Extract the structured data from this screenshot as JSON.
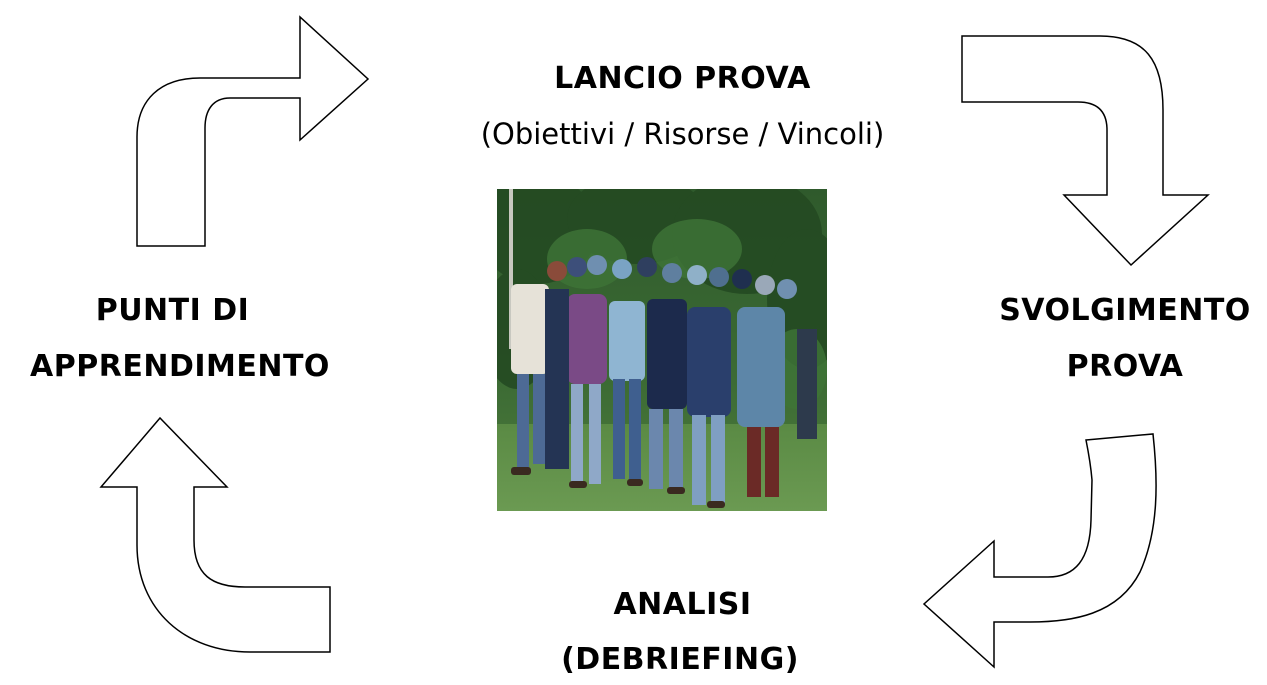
{
  "steps": {
    "launch": {
      "title": "LANCIO PROVA",
      "subtitle": "(Obiettivi / Risorse / Vincoli)"
    },
    "execution": {
      "line1": "SVOLGIMENTO",
      "line2": "PROVA"
    },
    "analysis": {
      "line1": "ANALISI",
      "line2": "(DEBRIEFING)"
    },
    "learning": {
      "line1": "PUNTI DI",
      "line2": "APPRENDIMENTO"
    }
  },
  "colors": {
    "text": "#000000",
    "arrow_stroke": "#000000",
    "background": "#ffffff"
  },
  "icons": {
    "photo": "group-of-people-photo"
  }
}
